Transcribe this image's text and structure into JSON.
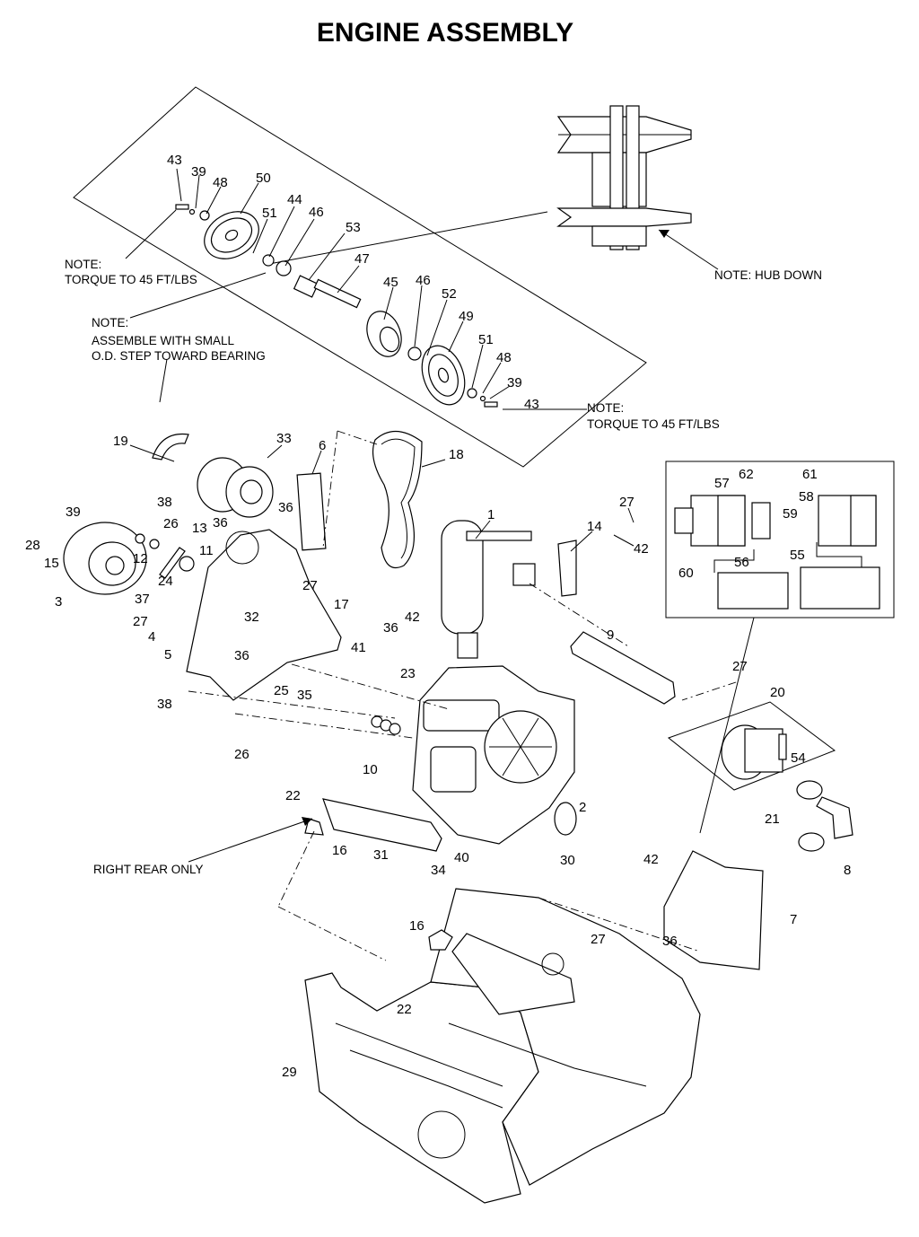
{
  "title": "ENGINE ASSEMBLY",
  "notes": {
    "note_torque_1": [
      "NOTE:",
      "TORQUE TO 45 FT/LBS"
    ],
    "note_assemble": [
      "NOTE:",
      "ASSEMBLE WITH SMALL",
      "O.D. STEP TOWARD BEARING"
    ],
    "note_hub": "NOTE: HUB DOWN",
    "note_torque_2": [
      "NOTE:",
      "TORQUE TO 45 FT/LBS"
    ],
    "right_rear": "RIGHT REAR ONLY"
  },
  "callouts": [
    "43",
    "39",
    "48",
    "50",
    "51",
    "44",
    "46",
    "53",
    "47",
    "45",
    "46",
    "52",
    "49",
    "51",
    "48",
    "39",
    "43",
    "19",
    "33",
    "6",
    "18",
    "1",
    "27",
    "14",
    "42",
    "38",
    "39",
    "26",
    "13",
    "36",
    "36",
    "28",
    "15",
    "12",
    "11",
    "3",
    "24",
    "37",
    "27",
    "4",
    "5",
    "36",
    "32",
    "17",
    "27",
    "9",
    "36",
    "42",
    "41",
    "38",
    "25",
    "35",
    "23",
    "26",
    "27",
    "20",
    "10",
    "22",
    "16",
    "31",
    "34",
    "40",
    "2",
    "30",
    "21",
    "8",
    "42",
    "7",
    "36",
    "16",
    "27",
    "22",
    "29",
    "57",
    "62",
    "61",
    "58",
    "59",
    "60",
    "56",
    "55",
    "54"
  ]
}
